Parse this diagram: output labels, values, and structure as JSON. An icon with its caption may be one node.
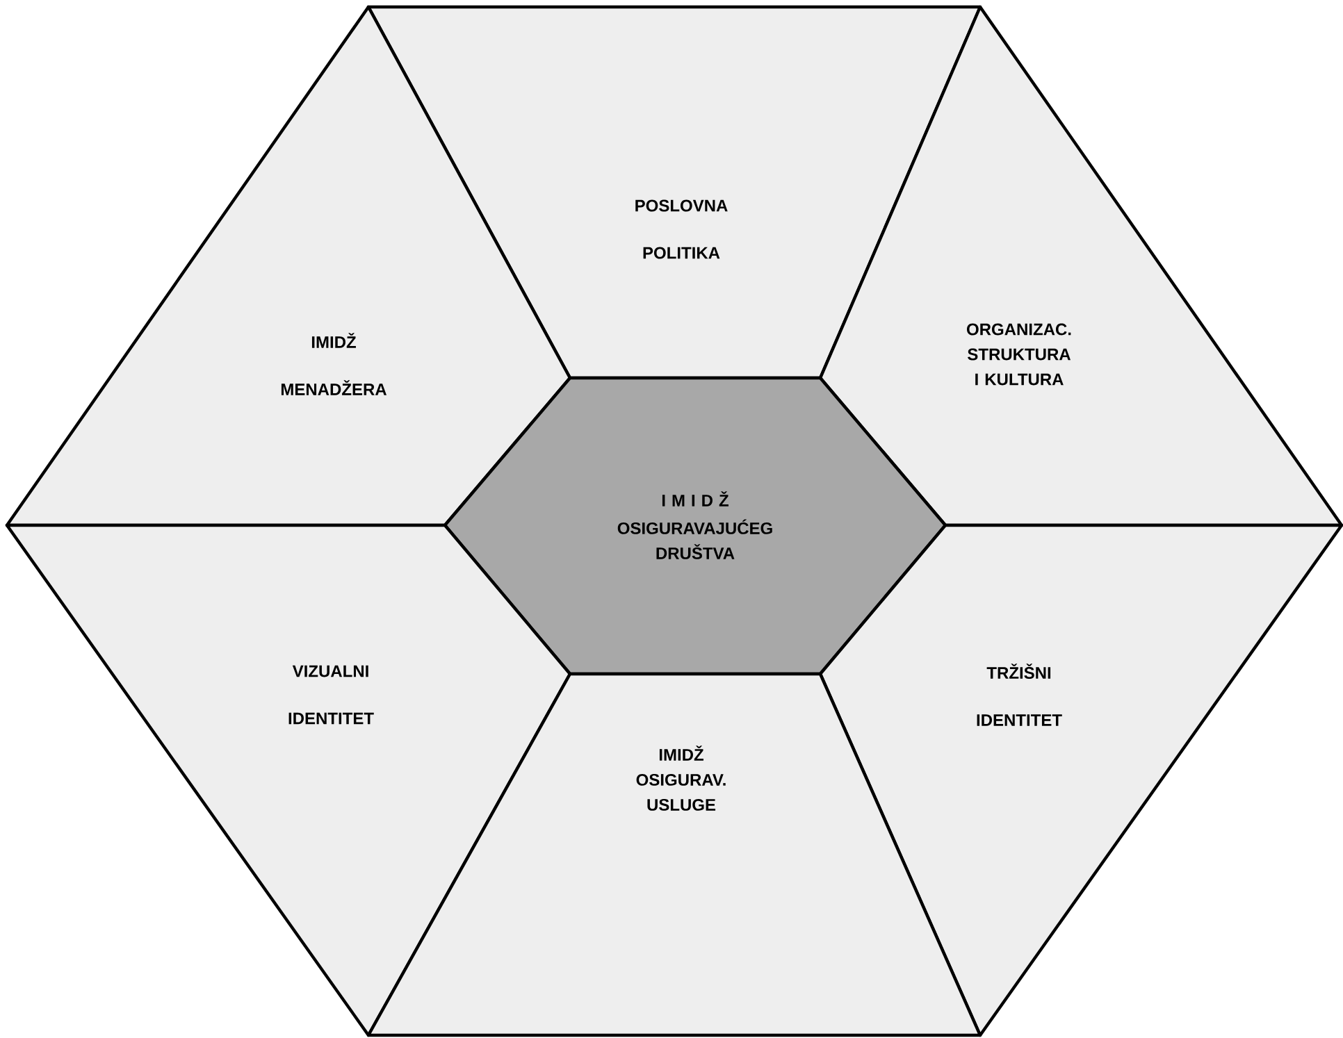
{
  "diagram": {
    "nodes": [
      {
        "text": [
          "POSLOVNA POLITIKA"
        ]
      },
      {
        "text": [
          "IMIDŽ MENADŽERA"
        ]
      },
      {
        "text": [
          "ORGANIZAC. STRUKTURA I KULTURA"
        ]
      },
      {
        "text": [
          "I M I D Ž",
          "OSIGURAVAJUĆEG DRUŠTVA"
        ]
      },
      {
        "text": [
          "VIZUALNI IDENTITET"
        ]
      },
      {
        "text": [
          "TRŽIŠNI IDENTITET"
        ]
      },
      {
        "text": [
          "IMIDŽ OSIGURAV. USLUGE"
        ]
      }
    ]
  }
}
